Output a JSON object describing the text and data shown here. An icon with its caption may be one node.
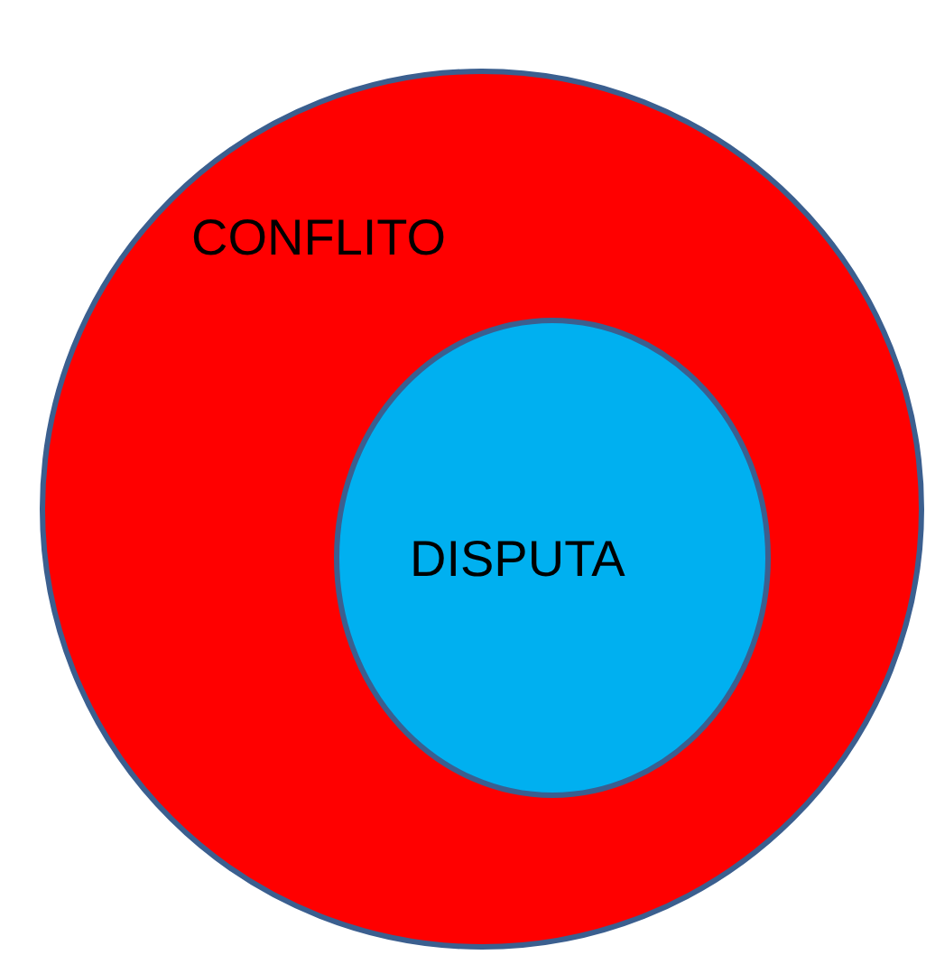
{
  "diagram": {
    "nodes": [
      {
        "text": [
          "CONFLITO"
        ]
      },
      {
        "text": [
          "DISPUTA"
        ],
        "in": 0
      }
    ]
  }
}
